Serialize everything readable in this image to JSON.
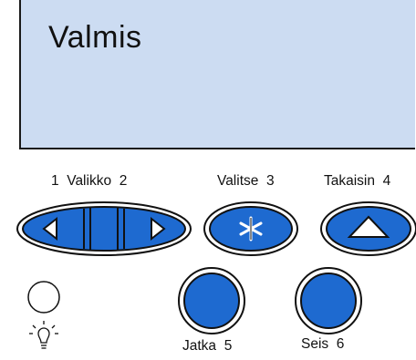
{
  "display": {
    "text": "Valmis"
  },
  "labels": {
    "menu_left_num": "1",
    "menu_word": "Valikko",
    "menu_right_num": "2",
    "select": "Valitse",
    "select_num": "3",
    "back": "Takaisin",
    "back_num": "4",
    "go": "Jatka",
    "go_num": "5",
    "stop": "Seis",
    "stop_num": "6"
  },
  "icons": {
    "menu_prev": "left-triangle-icon",
    "menu_next": "right-triangle-icon",
    "select": "asterisk-icon",
    "back": "up-triangle-icon",
    "power_light": "circle-indicator-icon",
    "ready_light": "light-bulb-icon"
  },
  "colors": {
    "button_blue": "#1e6ad0",
    "lcd_bg": "#ccdcf2",
    "outline": "#111111"
  }
}
